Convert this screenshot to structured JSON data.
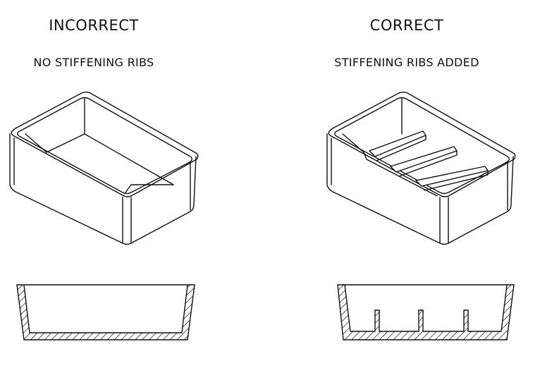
{
  "panels": {
    "left": {
      "heading": "INCORRECT",
      "caption": "NO STIFFENING RIBS"
    },
    "right": {
      "heading": "CORRECT",
      "caption": "STIFFENING RIBS ADDED"
    }
  },
  "colors": {
    "line": "#111111",
    "background": "#ffffff"
  }
}
